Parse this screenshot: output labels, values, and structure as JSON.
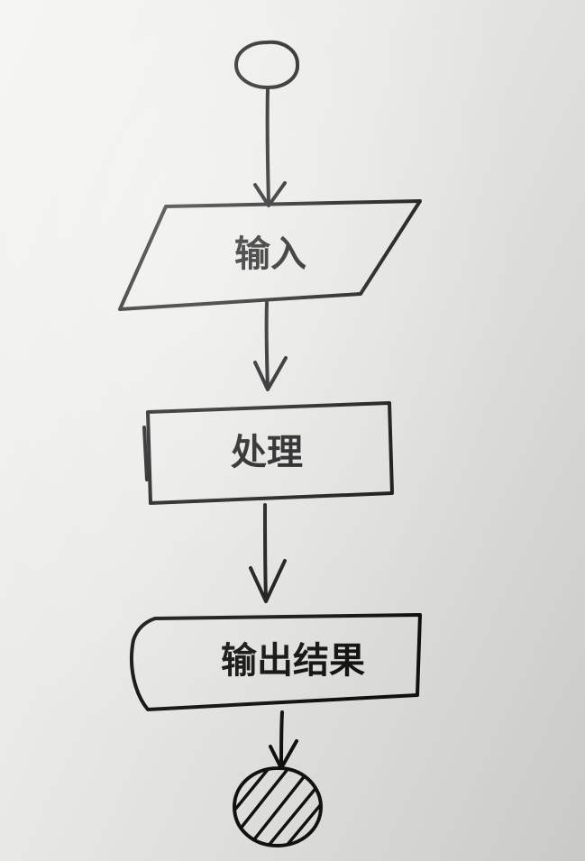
{
  "nodes": {
    "start": {
      "shape": "circle",
      "fill": "none"
    },
    "input": {
      "shape": "parallelogram",
      "text": "输入"
    },
    "process": {
      "shape": "rectangle",
      "text": "处理"
    },
    "output": {
      "shape": "rounded-rectangle",
      "text": "输出结果"
    },
    "end": {
      "shape": "circle",
      "fill": "hatched"
    }
  },
  "edges": [
    {
      "from": "start",
      "to": "input"
    },
    {
      "from": "input",
      "to": "process"
    },
    {
      "from": "process",
      "to": "output"
    },
    {
      "from": "output",
      "to": "end"
    }
  ],
  "colors": {
    "ink": "#111111",
    "paper": "#e6e6e3"
  }
}
